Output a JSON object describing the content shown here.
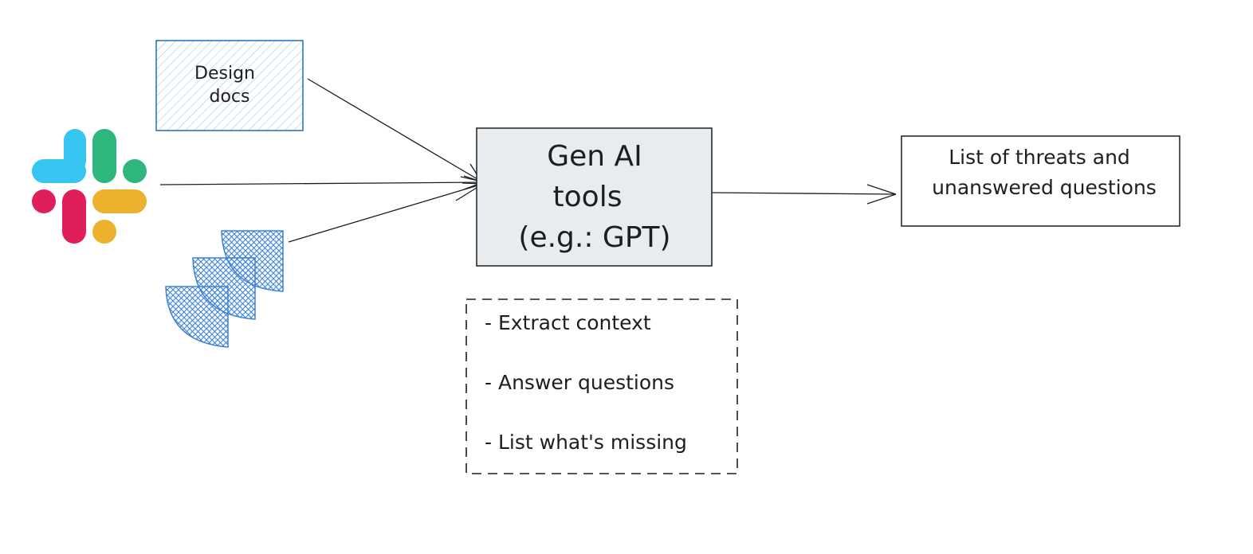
{
  "nodes": {
    "design_docs": {
      "line1": "Design",
      "line2": "docs"
    },
    "gen_ai": {
      "line1": "Gen AI",
      "line2": "tools",
      "line3": "(e.g.: GPT)"
    },
    "output": {
      "line1": "List of threats and",
      "line2": "unanswered questions"
    },
    "tasks": {
      "items": [
        "- Extract context",
        "- Answer questions",
        "- List what's missing"
      ]
    }
  },
  "icons": {
    "slack": "slack-logo-icon",
    "jira": "jira-logo-icon"
  },
  "colors": {
    "stroke": "#1e1e1e",
    "design_docs_stroke": "#1971c2",
    "jira_blue": "#3b82d6",
    "gen_ai_fill": "#e9ecef",
    "slack_blue": "#36c5f0",
    "slack_green": "#2eb67d",
    "slack_red": "#e01e5a",
    "slack_yellow": "#ecb22e"
  }
}
